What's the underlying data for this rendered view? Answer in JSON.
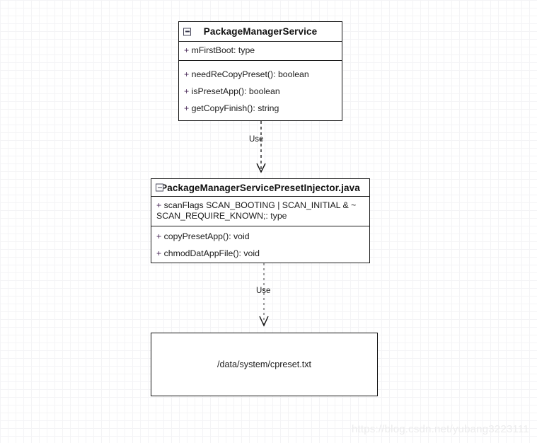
{
  "diagram": {
    "type": "uml-class-diagram",
    "background": "#ffffff",
    "grid_minor_color": "#f4f4f6",
    "grid_major_color": "#e6e6e8"
  },
  "classes": [
    {
      "id": "package-manager-service",
      "title": "PackageManagerService",
      "collapse_icon": "minus-square-icon",
      "attributes": [
        {
          "visibility": "+",
          "text": "mFirstBoot: type"
        }
      ],
      "methods": [
        {
          "visibility": "+",
          "text": "needReCopyPreset(): boolean"
        },
        {
          "visibility": "+",
          "text": "isPresetApp(): boolean"
        },
        {
          "visibility": "+",
          "text": "getCopyFinish(): string"
        }
      ]
    },
    {
      "id": "package-manager-service-preset-injector",
      "title": "PackageManagerServicePresetInjector.java",
      "collapse_icon": "minus-square-icon",
      "attributes": [
        {
          "visibility": "+",
          "text": "scanFlags SCAN_BOOTING | SCAN_INITIAL & ~ SCAN_REQUIRE_KNOWN;: type"
        }
      ],
      "methods": [
        {
          "visibility": "+",
          "text": "copyPresetApp(): void"
        },
        {
          "visibility": "+",
          "text": "chmodDatAppFile(): void"
        }
      ]
    }
  ],
  "note": {
    "id": "preset-file-note",
    "text": "/data/system/cpreset.txt"
  },
  "connectors": [
    {
      "id": "use-1",
      "label": "Use",
      "style": "dashed",
      "arrow": "open-v",
      "from": "package-manager-service",
      "to": "package-manager-service-preset-injector"
    },
    {
      "id": "use-2",
      "label": "Use",
      "style": "dashed",
      "arrow": "open-v",
      "from": "package-manager-service-preset-injector",
      "to": "preset-file-note"
    }
  ],
  "watermark": {
    "text": "https://blog.csdn.net/yubang3223111"
  }
}
